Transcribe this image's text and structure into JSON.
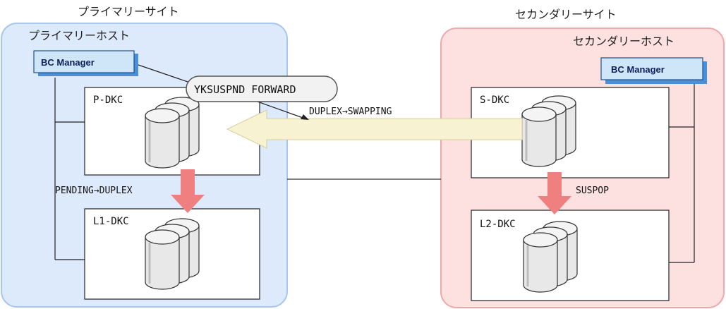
{
  "primary_site": {
    "title": "プライマリーサイト",
    "host_label": "プライマリーホスト",
    "bc_manager_label": "BC Manager",
    "dkc_top": "P-DKC",
    "dkc_bottom": "L1-DKC",
    "state_change_label": "PENDING→DUPLEX"
  },
  "secondary_site": {
    "title": "セカンダリーサイト",
    "host_label": "セカンダリーホスト",
    "bc_manager_label": "BC Manager",
    "dkc_top": "S-DKC",
    "dkc_bottom": "L2-DKC",
    "state_change_label": "SUSPOP"
  },
  "command_label": "YKSUSPND FORWARD",
  "copy_direction_label": "DUPLEX→SWAPPING",
  "colors": {
    "primary_bg": "#dceafb",
    "primary_border": "#a9c6ee",
    "secondary_bg": "#fde0e0",
    "secondary_border": "#f0a8a8",
    "state_arrow": "#f08080",
    "copy_arrow": "#f7f2d2",
    "bc_button": "#cfe6f8",
    "bc_side": "#4a90d9"
  }
}
